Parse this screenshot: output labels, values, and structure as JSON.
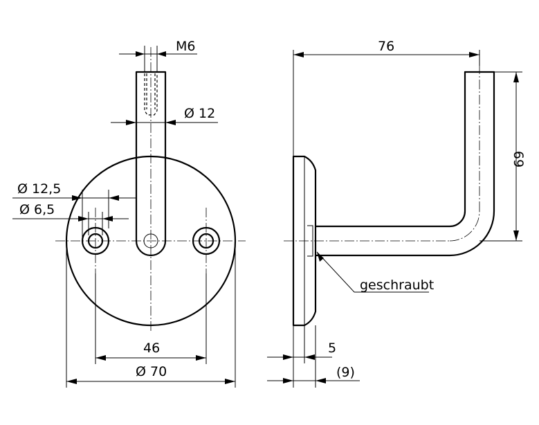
{
  "front_view": {
    "thread_label": "M6",
    "rod_diameter_label": "Ø 12",
    "counterbore_label": "Ø 12,5",
    "hole_label": "Ø 6,5",
    "hole_spacing_label": "46",
    "plate_diameter_label": "Ø 70"
  },
  "side_view": {
    "width_label": "76",
    "height_label": "69",
    "note_label": "geschraubt",
    "plate_thickness_label": "5",
    "overall_thickness_label": "(9)"
  },
  "colors": {
    "line": "#000000",
    "background": "#ffffff"
  }
}
